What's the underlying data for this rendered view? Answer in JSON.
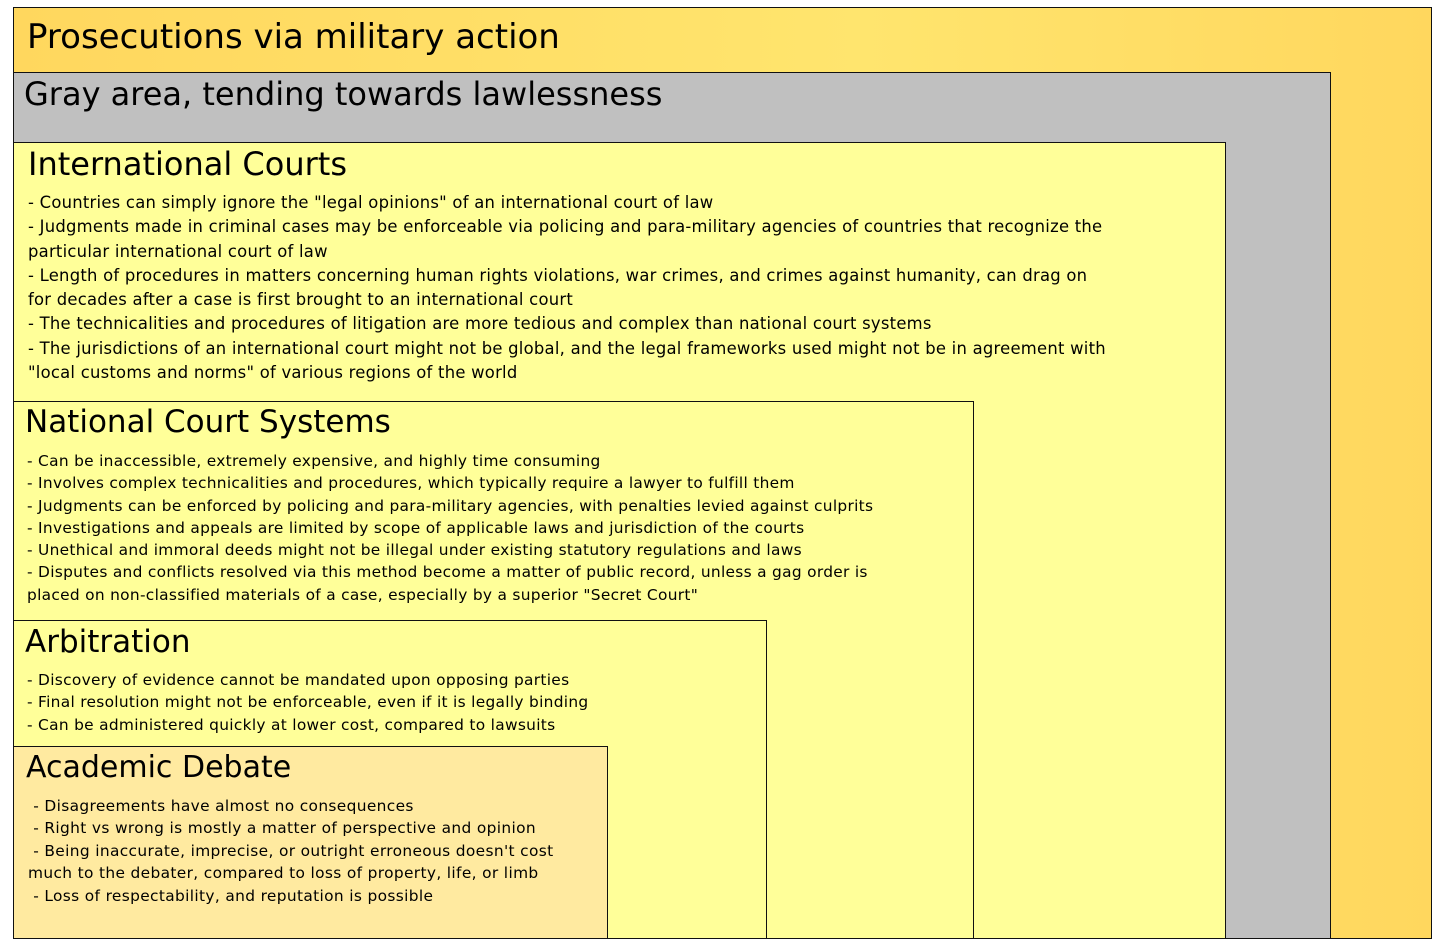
{
  "levels": {
    "military": {
      "title": "Prosecutions via military action",
      "color": "#ffd75e"
    },
    "gray": {
      "title": "Gray area, tending towards lawlessness",
      "color": "#c0c0c0"
    },
    "international": {
      "title": "International Courts",
      "color": "#ffff99",
      "lines": [
        "- Countries can simply ignore the \"legal opinions\" of an international court of law",
        "- Judgments made in criminal cases may be enforceable via policing and para-military agencies of countries that recognize the",
        "particular international court of law",
        "- Length of procedures in matters concerning human rights violations, war crimes, and crimes against humanity, can drag on",
        "for decades after a case is first brought to an international court",
        "- The technicalities and procedures of litigation are more tedious and complex than national court systems",
        "- The jurisdictions of an international court might not be global, and the legal frameworks used might not be in agreement with",
        "\"local customs and norms\" of various regions of the world"
      ]
    },
    "national": {
      "title": "National Court Systems",
      "color": "#ffff99",
      "lines": [
        "- Can be inaccessible, extremely expensive, and highly time consuming",
        "- Involves complex technicalities and procedures, which typically require a lawyer to fulfill them",
        "- Judgments can be enforced by policing and para-military agencies, with penalties levied against culprits",
        "- Investigations and appeals are limited by scope of applicable laws and jurisdiction of the courts",
        "- Unethical and immoral deeds might not be illegal under existing statutory regulations and laws",
        "- Disputes and conflicts resolved via this method become a matter of public record, unless a gag order is",
        "placed on non-classified materials of a case, especially by a superior \"Secret Court\""
      ]
    },
    "arbitration": {
      "title": "Arbitration",
      "color": "#ffff99",
      "lines": [
        "- Discovery of evidence cannot be mandated upon opposing parties",
        "- Final resolution might not be enforceable, even if it is legally binding",
        "- Can be administered quickly at lower cost, compared to lawsuits"
      ]
    },
    "academic": {
      "title": "Academic Debate",
      "color": "#ffeaa0",
      "lines": [
        " - Disagreements have almost no consequences",
        " - Right vs wrong is mostly a matter of perspective and opinion",
        " - Being inaccurate, imprecise, or outright erroneous doesn't cost",
        "much to the debater, compared to loss of property, life, or limb",
        " - Loss of respectability, and reputation is possible"
      ]
    }
  }
}
